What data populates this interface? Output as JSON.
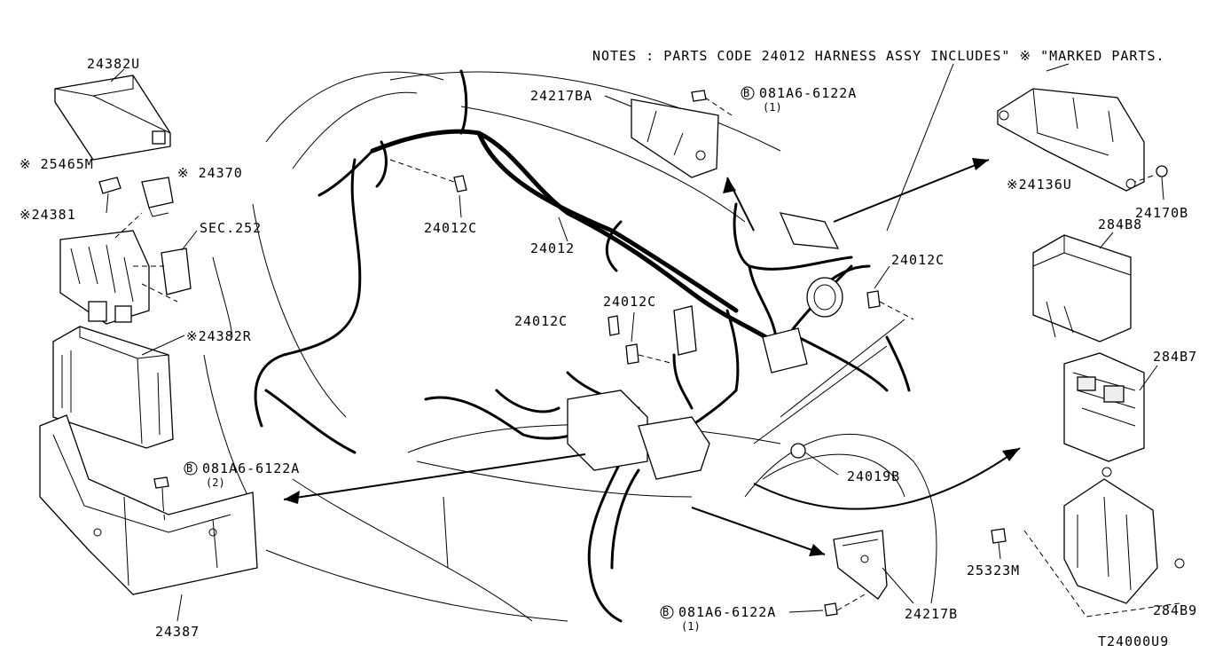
{
  "notes": "NOTES : PARTS CODE 24012 HARNESS ASSY INCLUDES\" ※ \"MARKED PARTS.",
  "diagram_code": "T24000U9",
  "labels": {
    "p24382U": "24382U",
    "p25465M": "※ 25465M",
    "p24370": "※ 24370",
    "p24381": "※24381",
    "sec252": "SEC.252",
    "p24382R": "※24382R",
    "bolt1_code": "081A6-6122A",
    "bolt1_qty": "(2)",
    "p24387": "24387",
    "p24012C_a": "24012C",
    "p24012": "24012",
    "p24217BA": "24217BA",
    "bolt2_code": "081A6-6122A",
    "bolt2_qty": "(1)",
    "p24012C_b": "24012C",
    "p24012C_c": "24012C",
    "p24012C_d": "24012C",
    "p24019B": "24019B",
    "bolt3_code": "081A6-6122A",
    "bolt3_qty": "(1)",
    "p24217B": "24217B",
    "p24136U": "※24136U",
    "p24170B": "24170B",
    "p284B8": "284B8",
    "p284B7": "284B7",
    "p25323M": "25323M",
    "p284B9": "284B9",
    "bolt_marker": "B"
  }
}
